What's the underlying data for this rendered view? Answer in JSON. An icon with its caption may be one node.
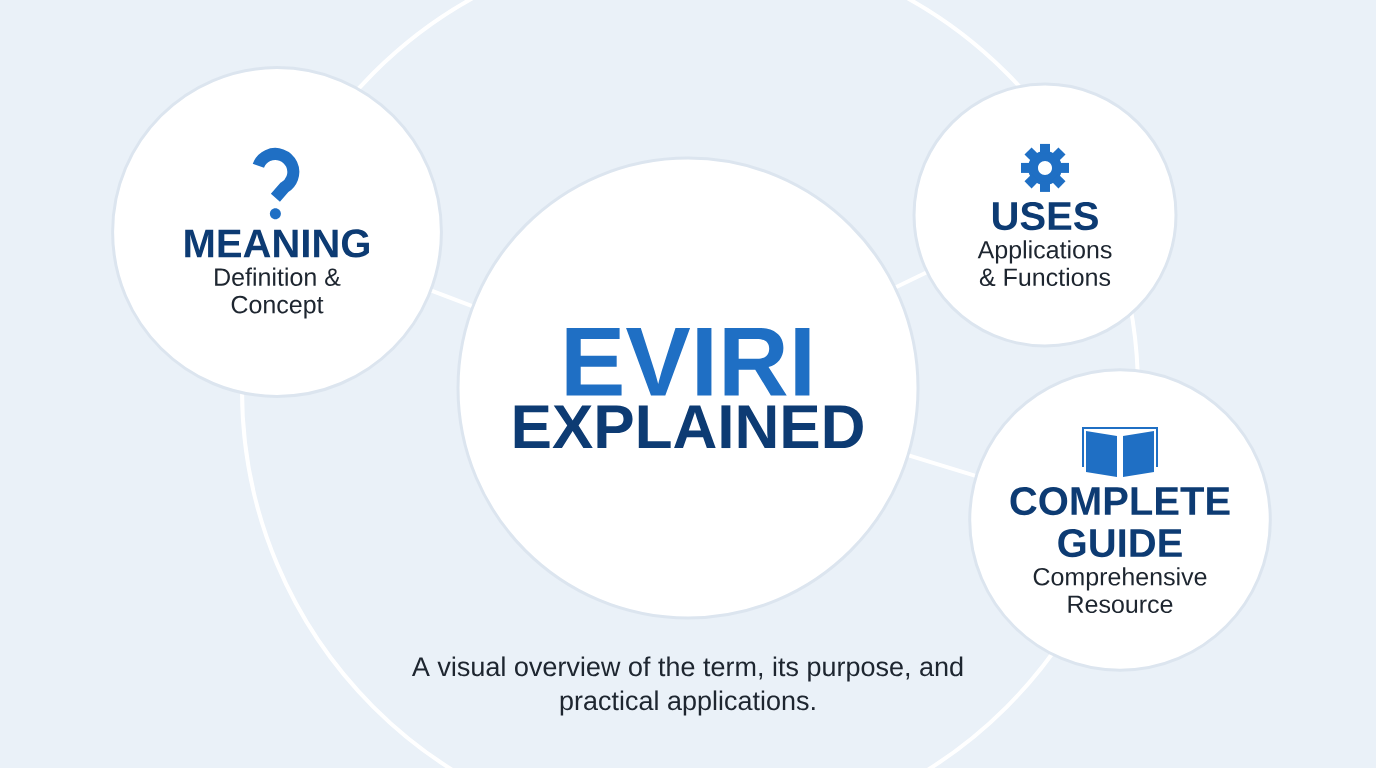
{
  "diagram": {
    "caption": "A visual overview of the term, its purpose, and practical applications.",
    "nodes": [
      {
        "text": [
          "EVIRI",
          "EXPLAINED"
        ]
      },
      {
        "text": [
          "MEANING",
          "Definition & Concept"
        ]
      },
      {
        "text": [
          "USES",
          "Applications & Functions"
        ]
      },
      {
        "text": [
          "COMPLETE GUIDE",
          "Comprehensive Resource"
        ]
      }
    ],
    "edges": [
      {
        "from": 0,
        "to": 1,
        "arrow": "none"
      },
      {
        "from": 0,
        "to": 2,
        "arrow": "none"
      },
      {
        "from": 0,
        "to": 3,
        "arrow": "none"
      }
    ]
  }
}
